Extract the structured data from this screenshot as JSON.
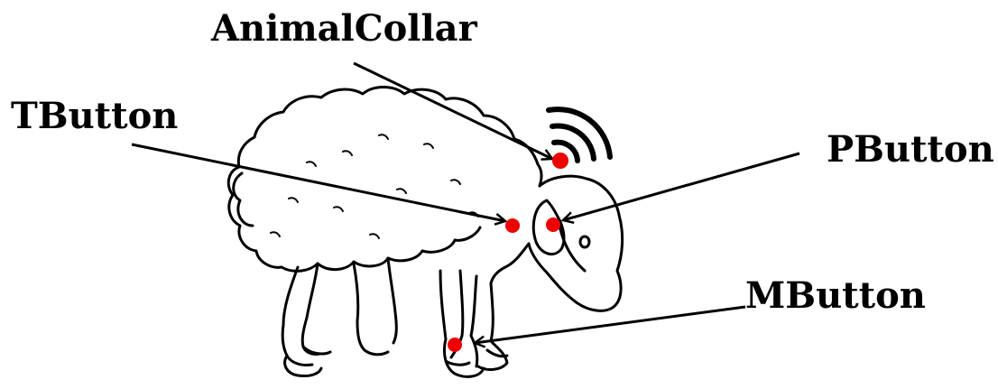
{
  "labels": {
    "animal_collar": "AnimalCollar",
    "t_button": "TButton",
    "p_button": "PButton",
    "m_button": "MButton"
  },
  "colors": {
    "sensor_dot": "#ee0000",
    "ink": "#000000"
  },
  "icons": {
    "animal": "sheep-icon",
    "signal": "wifi-signal-icon"
  }
}
